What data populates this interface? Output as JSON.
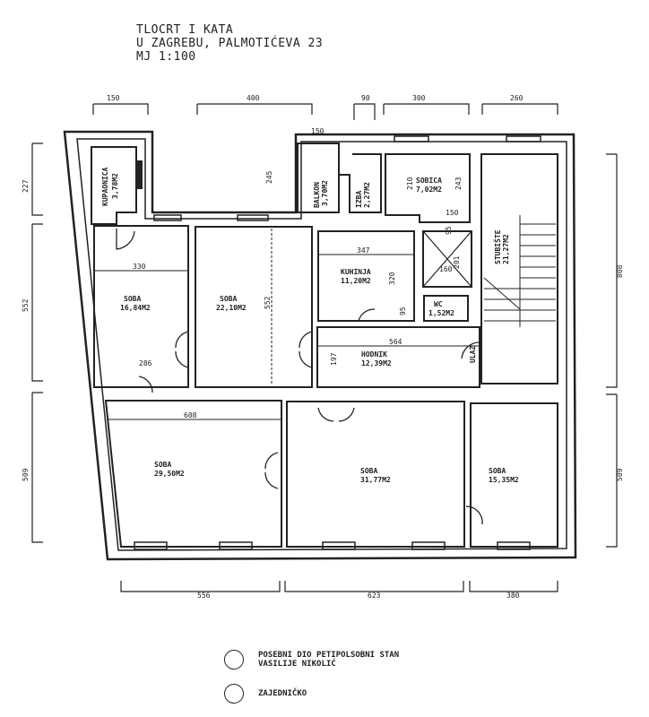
{
  "title": {
    "line1": "TLOCRT I KATA",
    "line2": "U ZAGREBU, PALMOTIĆEVA 23",
    "line3": "MJ 1:100"
  },
  "rooms": {
    "kupaonica": {
      "name": "KUPAONICA",
      "area": "3,78M2"
    },
    "soba1": {
      "name": "SOBA",
      "area": "16,84M2"
    },
    "soba2": {
      "name": "SOBA",
      "area": "22,10M2"
    },
    "balkon": {
      "name": "BALKON",
      "area": "3,70M2"
    },
    "izba": {
      "name": "IZBA",
      "area": "2,27M2"
    },
    "sobica": {
      "name": "SOBICA",
      "area": "7,02M2"
    },
    "kuhinja": {
      "name": "KUHINJA",
      "area": "11,20M2"
    },
    "wc": {
      "name": "WC",
      "area": "1,52M2"
    },
    "stubiste": {
      "name": "STUBIŠTE",
      "area": "21,27M2"
    },
    "hodnik": {
      "name": "HODNIK",
      "area": "12,39M2"
    },
    "ulaz": {
      "name": "ULAZ"
    },
    "soba3": {
      "name": "SOBA",
      "area": "29,50M2"
    },
    "soba4": {
      "name": "SOBA",
      "area": "31,77M2"
    },
    "soba5": {
      "name": "SOBA",
      "area": "15,35M2"
    }
  },
  "dimensions": {
    "top": [
      "150",
      "400",
      "90",
      "300",
      "260"
    ],
    "left": [
      "227",
      "552",
      "509"
    ],
    "right": [
      "808",
      "509"
    ],
    "bottom": [
      "556",
      "623",
      "380"
    ],
    "interior": {
      "soba1_width": "330",
      "soba1_door": "286",
      "soba2_height": "552",
      "balkon_height": "245",
      "balkon_width": "150",
      "sobica_left": "210",
      "sobica_right": "243",
      "sobica_small": "150",
      "kuhinja_width": "347",
      "kuhinja_height": "320",
      "lift_width": "160",
      "lift_height": "201",
      "lift_top": "95",
      "kuhinja_small": "95",
      "hodnik_width": "564",
      "hodnik_height": "197",
      "soba3_width": "608"
    }
  },
  "legend": [
    {
      "text1": "POSEBNI DIO PETIPOLSOBNI STAN",
      "text2": "VASILIJE NIKOLIĆ"
    },
    {
      "text1": "ZAJEDNIČKO"
    }
  ]
}
